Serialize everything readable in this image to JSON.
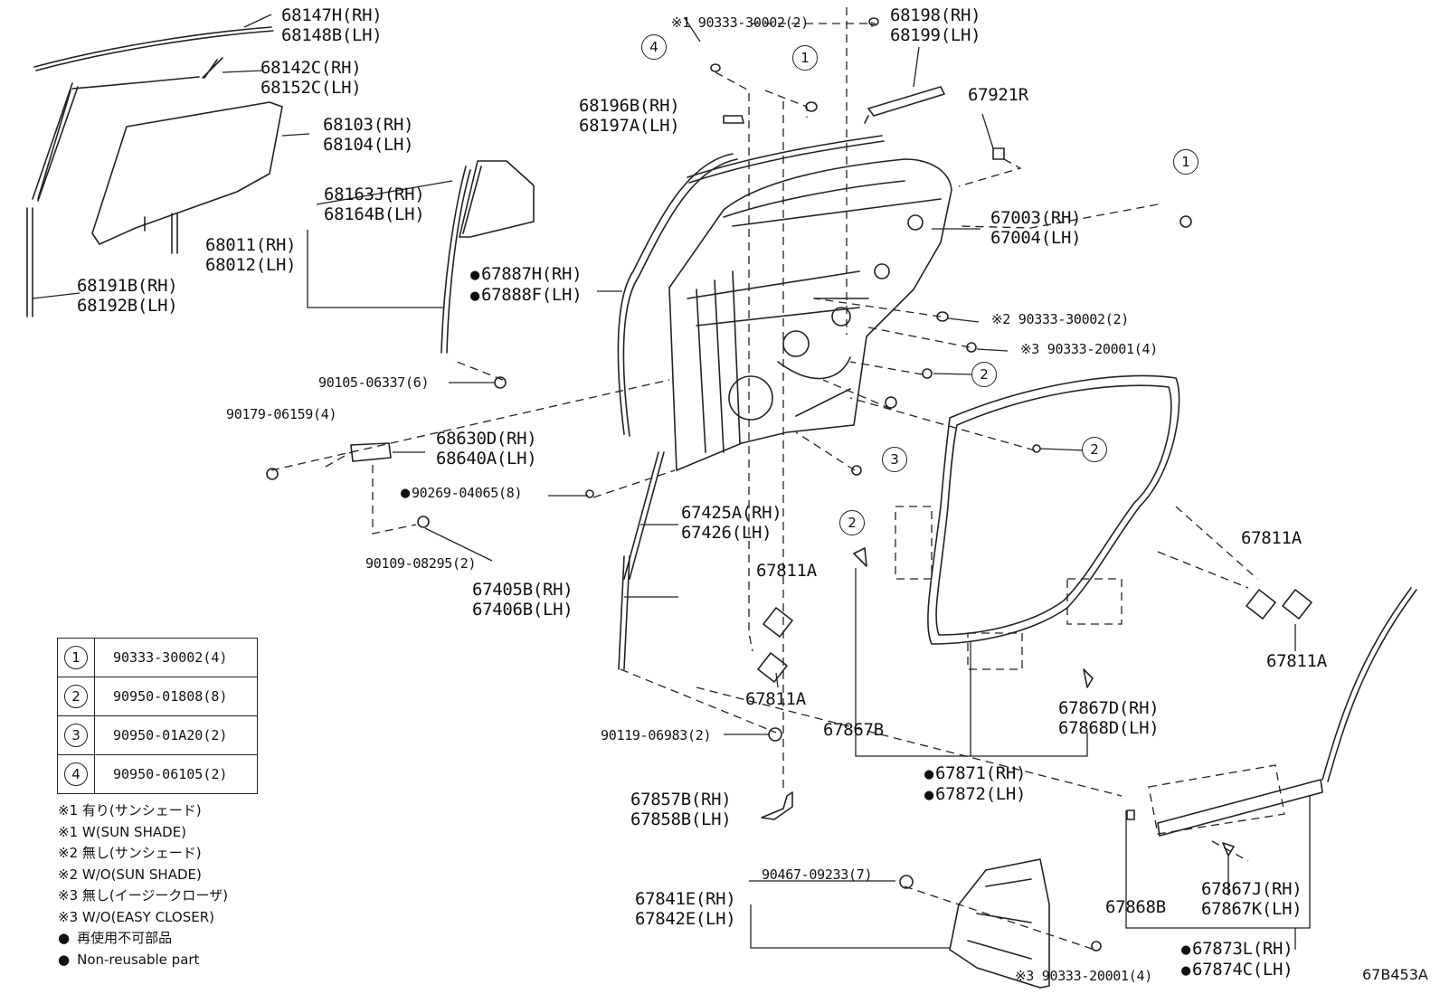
{
  "diagram_id": "67B453A",
  "labels": {
    "glass_run_rear": [
      "68147H(RH)",
      "68148B(LH)"
    ],
    "outer_weatherstrip": [
      "68142C(RH)",
      "68152C(LH)"
    ],
    "door_glass": [
      "68103(RH)",
      "68104(LH)"
    ],
    "division_bar_seal": [
      "68163J(RH)",
      "68164B(LH)"
    ],
    "division_bar": [
      "68011(RH)",
      "68012(LH)"
    ],
    "glass_run_lower": [
      "68191B(RH)",
      "68192B(LH)"
    ],
    "door_weatherstrip": [
      "67887H(RH)",
      "67888F(LH)"
    ],
    "bolt_90105": "90105-06337(6)",
    "bolt_90179": "90179-06159(4)",
    "window_regulator": [
      "68630D(RH)",
      "68640A(LH)"
    ],
    "screw_90269": "90269-04065(8)",
    "bolt_90109": "90109-08295(2)",
    "hole_plug_top": "※1 90333-30002(2)",
    "check_assy": [
      "68198(RH)",
      "68199(LH)"
    ],
    "hinge_bracket": [
      "68196B(RH)",
      "68197A(LH)"
    ],
    "plug_67921": "67921R",
    "door_panel": [
      "67003(RH)",
      "67004(LH)"
    ],
    "hole_plug_mid": "※2 90333-30002(2)",
    "hole_plug_low": "※3 90333-20001(4)",
    "belt_moulding": [
      "67425A(RH)",
      "67426(LH)"
    ],
    "lower_frame": [
      "67405B(RH)",
      "67406B(LH)"
    ],
    "pad_67811_a": "67811A",
    "pad_67811_b": "67811A",
    "pad_67811_c": "67811A",
    "pad_67811_d": "67811A",
    "bolt_90119": "90119-06983(2)",
    "clip_67867b": "67867B",
    "clip_67867d": [
      "67867D(RH)",
      "67868D(LH)"
    ],
    "weatherstrip_main": [
      "67871(RH)",
      "67872(LH)"
    ],
    "service_hole_cover": [
      "67857B(RH)",
      "67858B(LH)"
    ],
    "screw_90467": "90467-09233(7)",
    "trim_board": [
      "67841E(RH)",
      "67842E(LH)"
    ],
    "hole_plug_bottom": "※3 90333-20001(4)",
    "clip_67868b": "67868B",
    "clip_67867j": [
      "67867J(RH)",
      "67867K(LH)"
    ],
    "lower_moulding": [
      "67873L(RH)",
      "67874C(LH)"
    ]
  },
  "legend": [
    {
      "key": "1",
      "part": "90333-30002(4)"
    },
    {
      "key": "2",
      "part": "90950-01808(8)"
    },
    {
      "key": "3",
      "part": "90950-01A20(2)"
    },
    {
      "key": "4",
      "part": "90950-06105(2)"
    }
  ],
  "notes": [
    "※1 有り(サンシェード)",
    "※1 W(SUN SHADE)",
    "※2 無し(サンシェード)",
    "※2 W/O(SUN SHADE)",
    "※3 無し(イージークローザ)",
    "※3 W/O(EASY CLOSER)",
    "再使用不可部品",
    "Non-reusable part"
  ],
  "callouts": {
    "c1": "1",
    "c2": "2",
    "c3": "3",
    "c4": "4"
  }
}
